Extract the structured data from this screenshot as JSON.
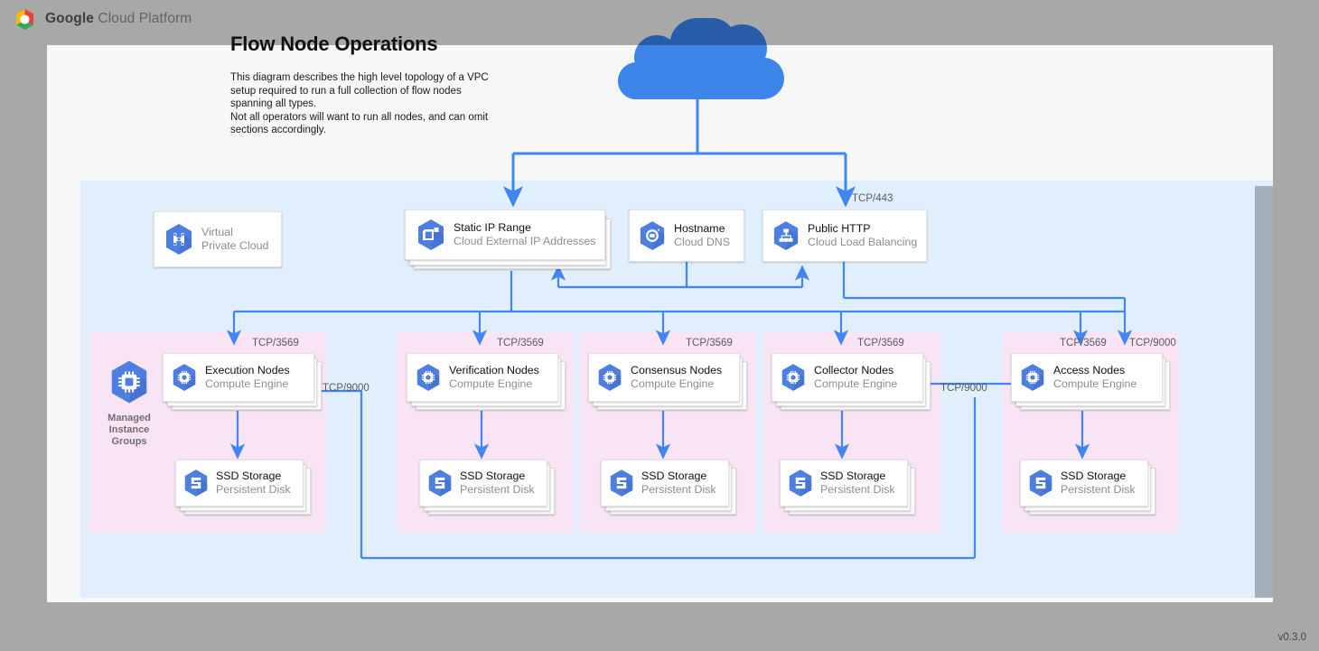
{
  "header": {
    "brand_bold": "Google",
    "brand_rest": " Cloud Platform",
    "logo_icon": "gcp-hexagon-logo"
  },
  "title": "Flow Node Operations",
  "description": "This diagram describes the high level topology of a VPC setup required to run a full collection of flow nodes spanning all types.\nNot all operators will want to run all nodes, and can omit sections accordingly.",
  "version": "v0.3.0",
  "colors": {
    "accent_blue": "#4285f4",
    "cloud_light": "#3d85e8",
    "cloud_dark": "#275da8",
    "vpc_region": "#e1effc",
    "group_region": "#f8e4f4",
    "panel_white": "#f7f7f7",
    "page_background": "#a8a8a8",
    "label_gray": "#5a5a5a",
    "icon_hex_blue": "#4e7fe0"
  },
  "internet_cloud": {
    "icon": "cloud-icon",
    "name": "Internet"
  },
  "top_nodes": [
    {
      "id": "vpc",
      "title": "Virtual",
      "subtitle": "Private Cloud",
      "icon": "virtual-private-cloud-icon",
      "muted_title": true,
      "stacked": false
    },
    {
      "id": "static-ip",
      "title": "Static IP Range",
      "subtitle": "Cloud External IP Addresses",
      "icon": "cloud-external-ip-icon",
      "muted_title": false,
      "stacked": true
    },
    {
      "id": "hostname",
      "title": "Hostname",
      "subtitle": "Cloud DNS",
      "icon": "cloud-dns-icon",
      "muted_title": false,
      "stacked": false
    },
    {
      "id": "public-http",
      "title": "Public HTTP",
      "subtitle": "Cloud Load Balancing",
      "icon": "cloud-load-balancing-icon",
      "muted_title": false,
      "stacked": false
    }
  ],
  "managed_instance_groups": {
    "label": "Managed\nInstance\nGroups",
    "icon": "managed-instance-groups-icon"
  },
  "columns": [
    {
      "id": "execution",
      "node_title": "Execution Nodes",
      "node_subtitle": "Compute Engine",
      "storage_title": "SSD Storage",
      "storage_subtitle": "Persistent Disk",
      "node_icon": "compute-engine-icon",
      "storage_icon": "persistent-disk-icon",
      "inbound_label": "TCP/3569",
      "side_label": "TCP/9000"
    },
    {
      "id": "verification",
      "node_title": "Verification Nodes",
      "node_subtitle": "Compute Engine",
      "storage_title": "SSD Storage",
      "storage_subtitle": "Persistent Disk",
      "node_icon": "compute-engine-icon",
      "storage_icon": "persistent-disk-icon",
      "inbound_label": "TCP/3569",
      "side_label": ""
    },
    {
      "id": "consensus",
      "node_title": "Consensus Nodes",
      "node_subtitle": "Compute Engine",
      "storage_title": "SSD Storage",
      "storage_subtitle": "Persistent Disk",
      "node_icon": "compute-engine-icon",
      "storage_icon": "persistent-disk-icon",
      "inbound_label": "TCP/3569",
      "side_label": ""
    },
    {
      "id": "collector",
      "node_title": "Collector Nodes",
      "node_subtitle": "Compute Engine",
      "storage_title": "SSD Storage",
      "storage_subtitle": "Persistent Disk",
      "node_icon": "compute-engine-icon",
      "storage_icon": "persistent-disk-icon",
      "inbound_label": "TCP/3569",
      "side_label": "TCP/9000"
    },
    {
      "id": "access",
      "node_title": "Access Nodes",
      "node_subtitle": "Compute Engine",
      "storage_title": "SSD Storage",
      "storage_subtitle": "Persistent Disk",
      "node_icon": "compute-engine-icon",
      "storage_icon": "persistent-disk-icon",
      "inbound_label": "TCP/3569",
      "side_label": ""
    }
  ],
  "edge_labels": {
    "lb_https": "TCP/443",
    "access_9000": "TCP/9000"
  }
}
